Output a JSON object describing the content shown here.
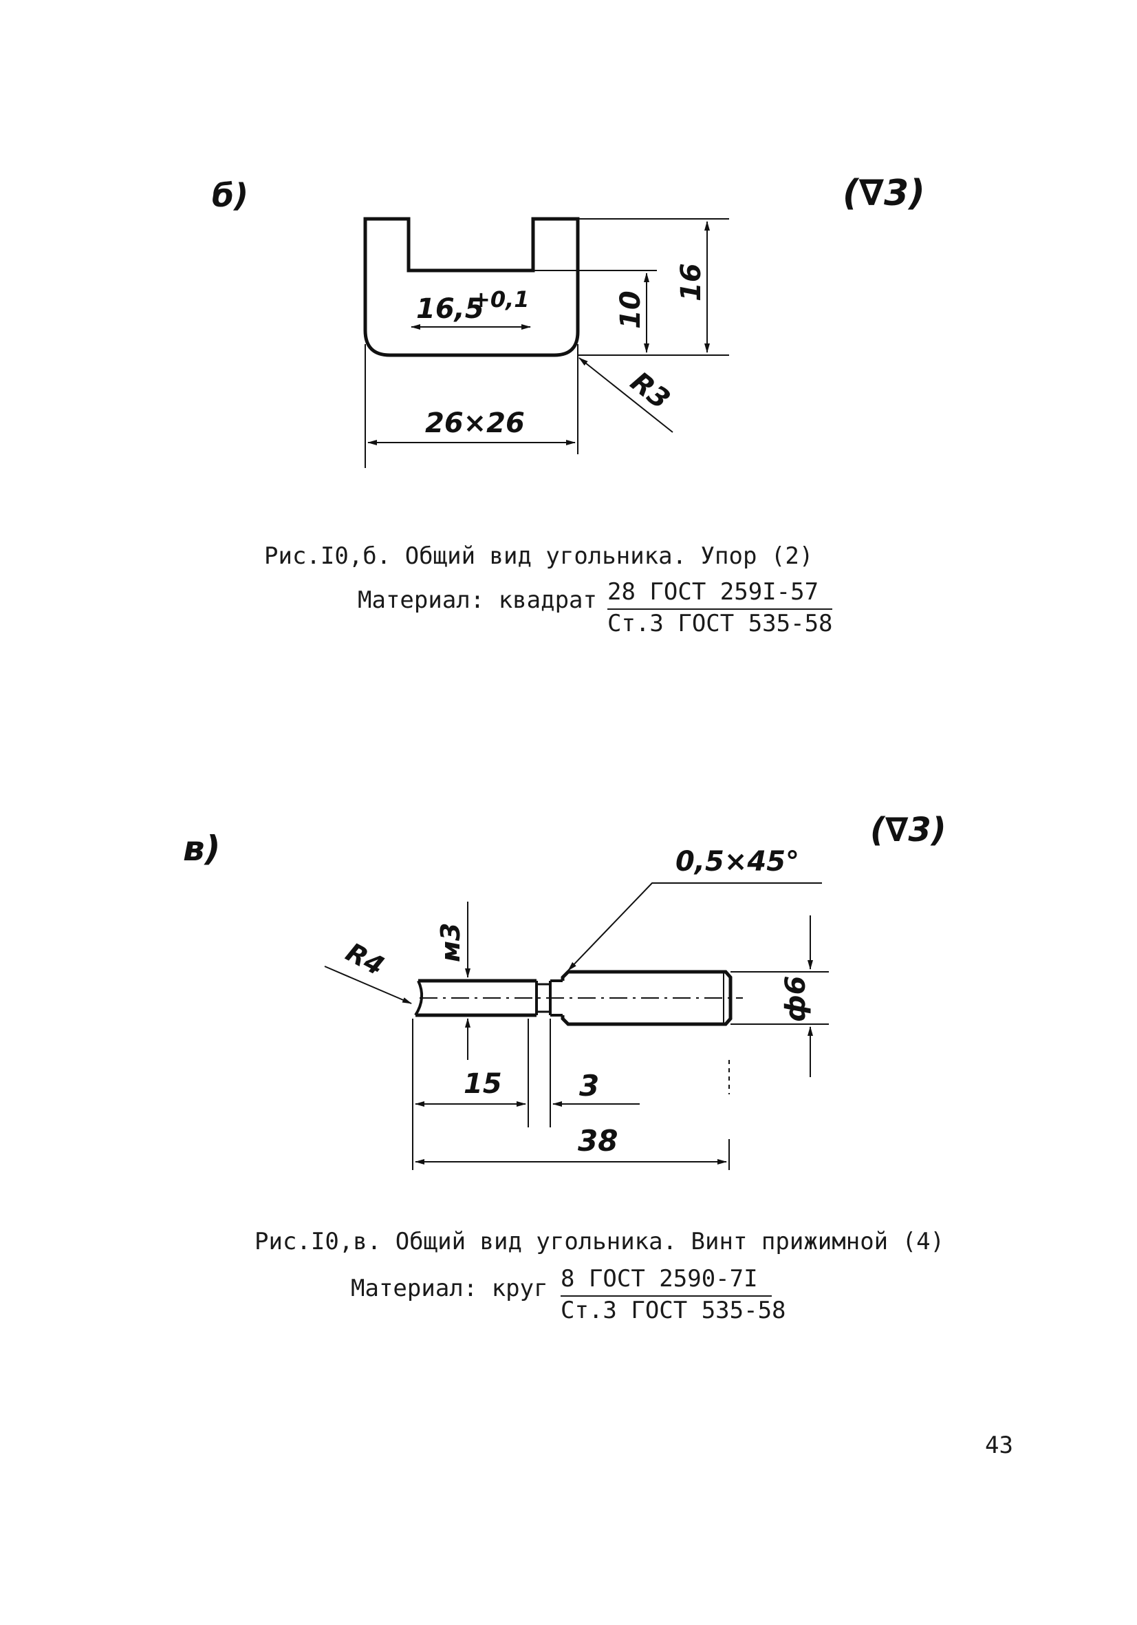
{
  "fig_b": {
    "label": "б)",
    "roughness": "(∇3)",
    "dim_width": "26×26",
    "dim_slot": "16,5",
    "dim_slot_tol": "+0,1",
    "dim_depth": "10",
    "dim_height": "16",
    "dim_radius": "R3",
    "caption": "Рис.I0,б. Общий вид угольника. Упор (2)",
    "material_label": "Материал: квадрат",
    "material_num": "28 ГОСТ 259I-57",
    "material_den": "Ст.3 ГОСТ 535-58"
  },
  "fig_v": {
    "label": "в)",
    "roughness": "(∇3)",
    "dim_chamfer": "0,5×45°",
    "dim_thread": "м3",
    "dim_radius": "R4",
    "dim_diameter": "ф6",
    "dim_15": "15",
    "dim_3": "3",
    "dim_38": "38",
    "caption": "Рис.I0,в. Общий вид угольника. Винт прижимной (4)",
    "material_label": "Материал: круг",
    "material_num": "8 ГОСТ 2590-7I",
    "material_den": "Ст.3 ГОСТ 535-58"
  },
  "page_number": "43"
}
